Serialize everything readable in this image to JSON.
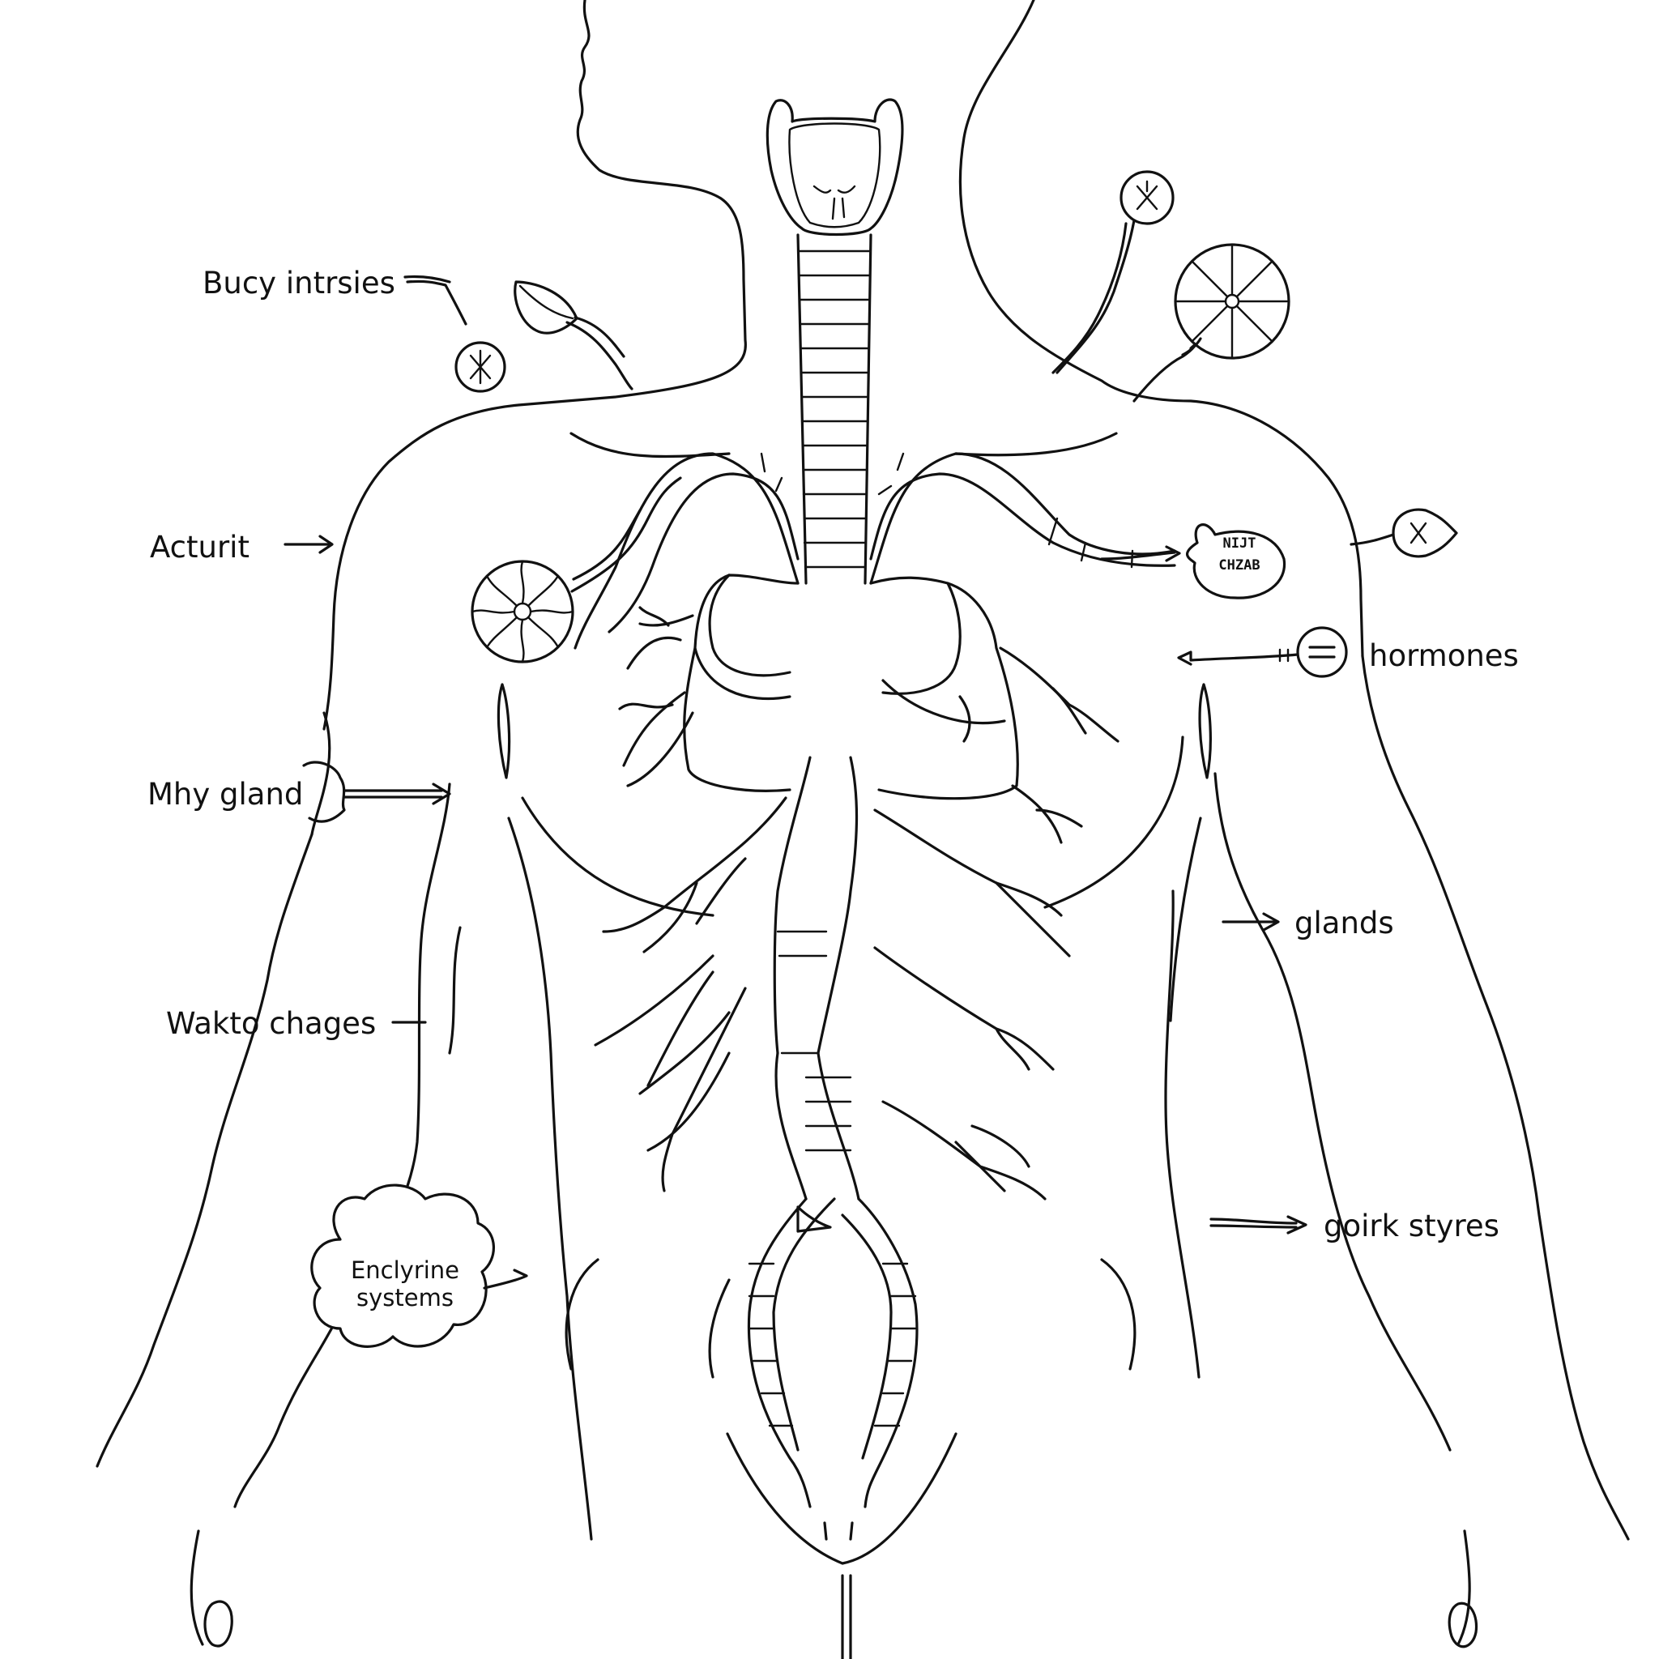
{
  "labels": {
    "bucy_intrsies": "Bucy intrsies",
    "acturit": "Acturit",
    "mhy_gland": "Mhy gland",
    "wakto_chages": "Wakto chages",
    "enclyrine_line1": "Enclyrine",
    "enclyrine_line2": "systems",
    "hormones": "hormones",
    "glands": "glands",
    "goirk_styres": "goirk styres",
    "bubble_line1": "NIJT",
    "bubble_line2": "CHZAB"
  },
  "style": {
    "ink": "#111111",
    "paper": "#ffffff"
  },
  "icons": [
    "x-cross-icon",
    "pinwheel-icon",
    "equals-icon",
    "leaf-icon",
    "speech-bubble-icon",
    "cloud-icon",
    "arrow-icon"
  ]
}
